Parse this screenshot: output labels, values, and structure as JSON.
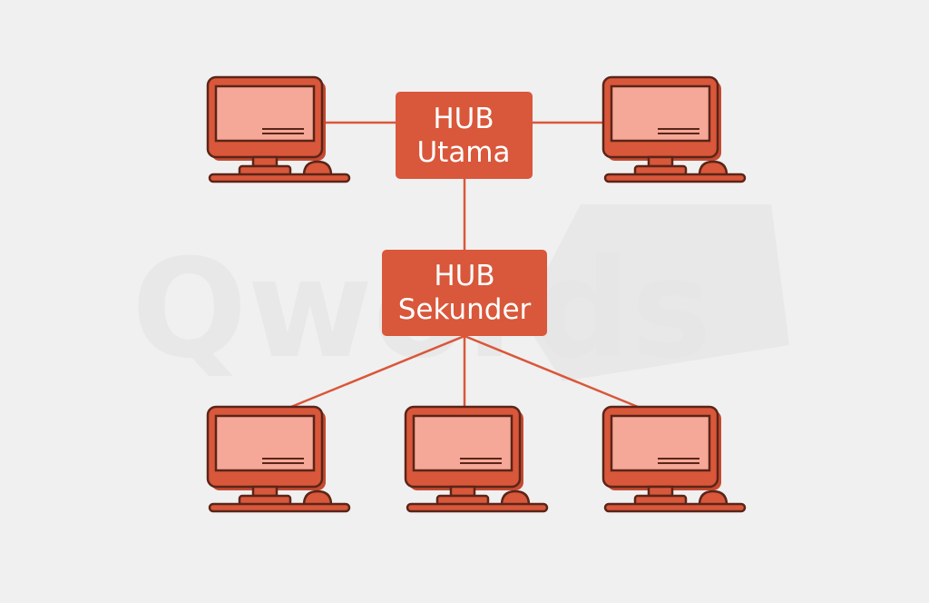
{
  "colors": {
    "background": "#f0f0f0",
    "accent": "#d9573a",
    "outline": "#5a2518",
    "screen": "#f5a898",
    "hub_text": "#ffffff",
    "watermark": "#e6e6e6"
  },
  "watermark": {
    "text": "Qwords"
  },
  "hubs": {
    "primary": {
      "line1": "HUB",
      "line2": "Utama"
    },
    "secondary": {
      "line1": "HUB",
      "line2": "Sekunder"
    }
  },
  "computers": [
    {
      "id": "top-left",
      "icon": "desktop-computer-icon"
    },
    {
      "id": "top-right",
      "icon": "desktop-computer-icon"
    },
    {
      "id": "bottom-left",
      "icon": "desktop-computer-icon"
    },
    {
      "id": "bottom-center",
      "icon": "desktop-computer-icon"
    },
    {
      "id": "bottom-right",
      "icon": "desktop-computer-icon"
    }
  ]
}
